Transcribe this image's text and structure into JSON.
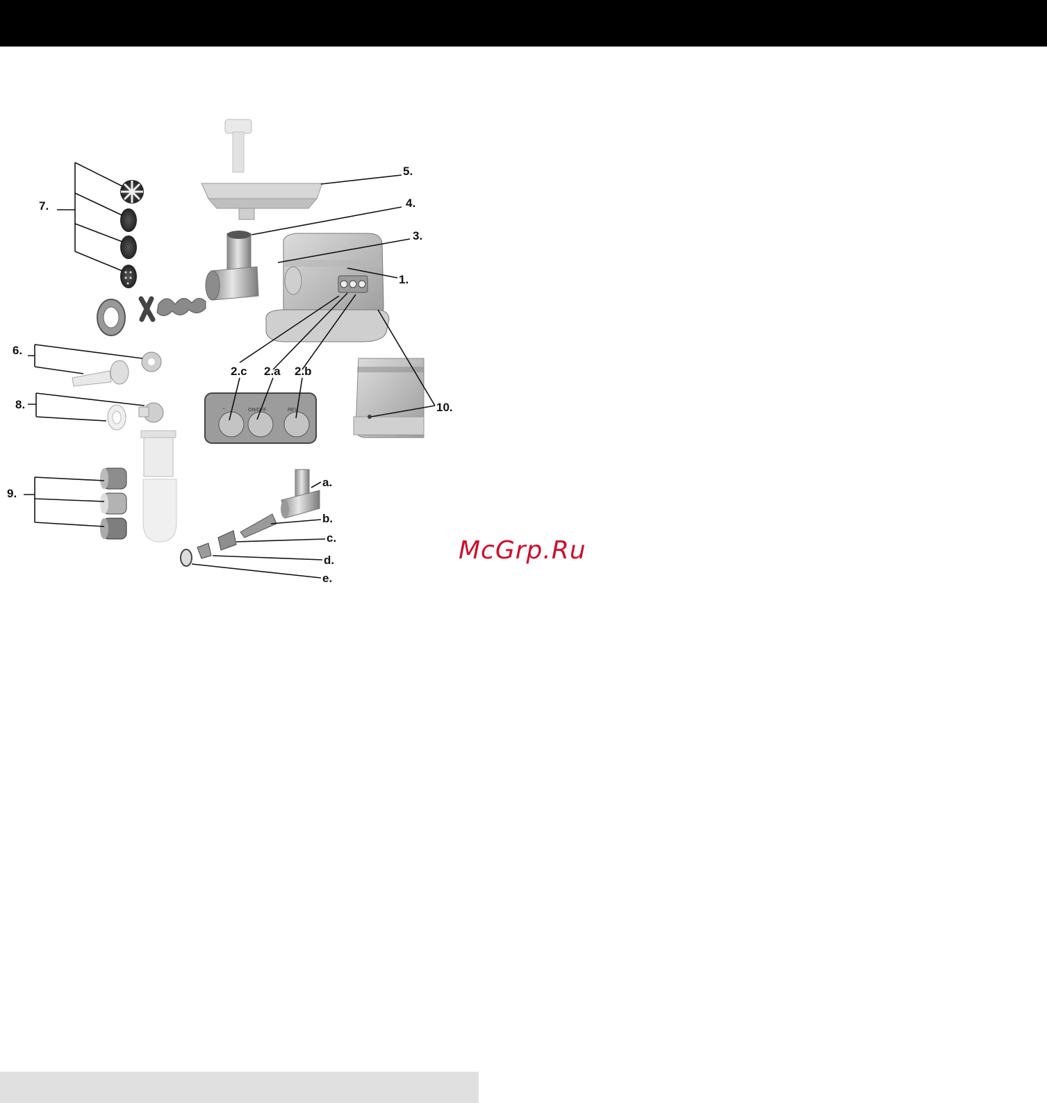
{
  "diagram": {
    "labels": {
      "l1": "1.",
      "l2a": "2.a",
      "l2b": "2.b",
      "l2c": "2.c",
      "l3": "3.",
      "l4": "4.",
      "l5": "5.",
      "l6": "6.",
      "l7": "7.",
      "l8": "8.",
      "l9": "9.",
      "l10": "10.",
      "la": "a.",
      "lb": "b.",
      "lc": "c.",
      "ld": "d.",
      "le": "e."
    },
    "panel": {
      "on_off": "ON/OFF",
      "rev": "REV"
    }
  },
  "watermark": "McGrp.Ru",
  "colors": {
    "top_bar": "#000000",
    "bottom_bar": "#e0e0e0",
    "watermark": "#c8102e"
  }
}
